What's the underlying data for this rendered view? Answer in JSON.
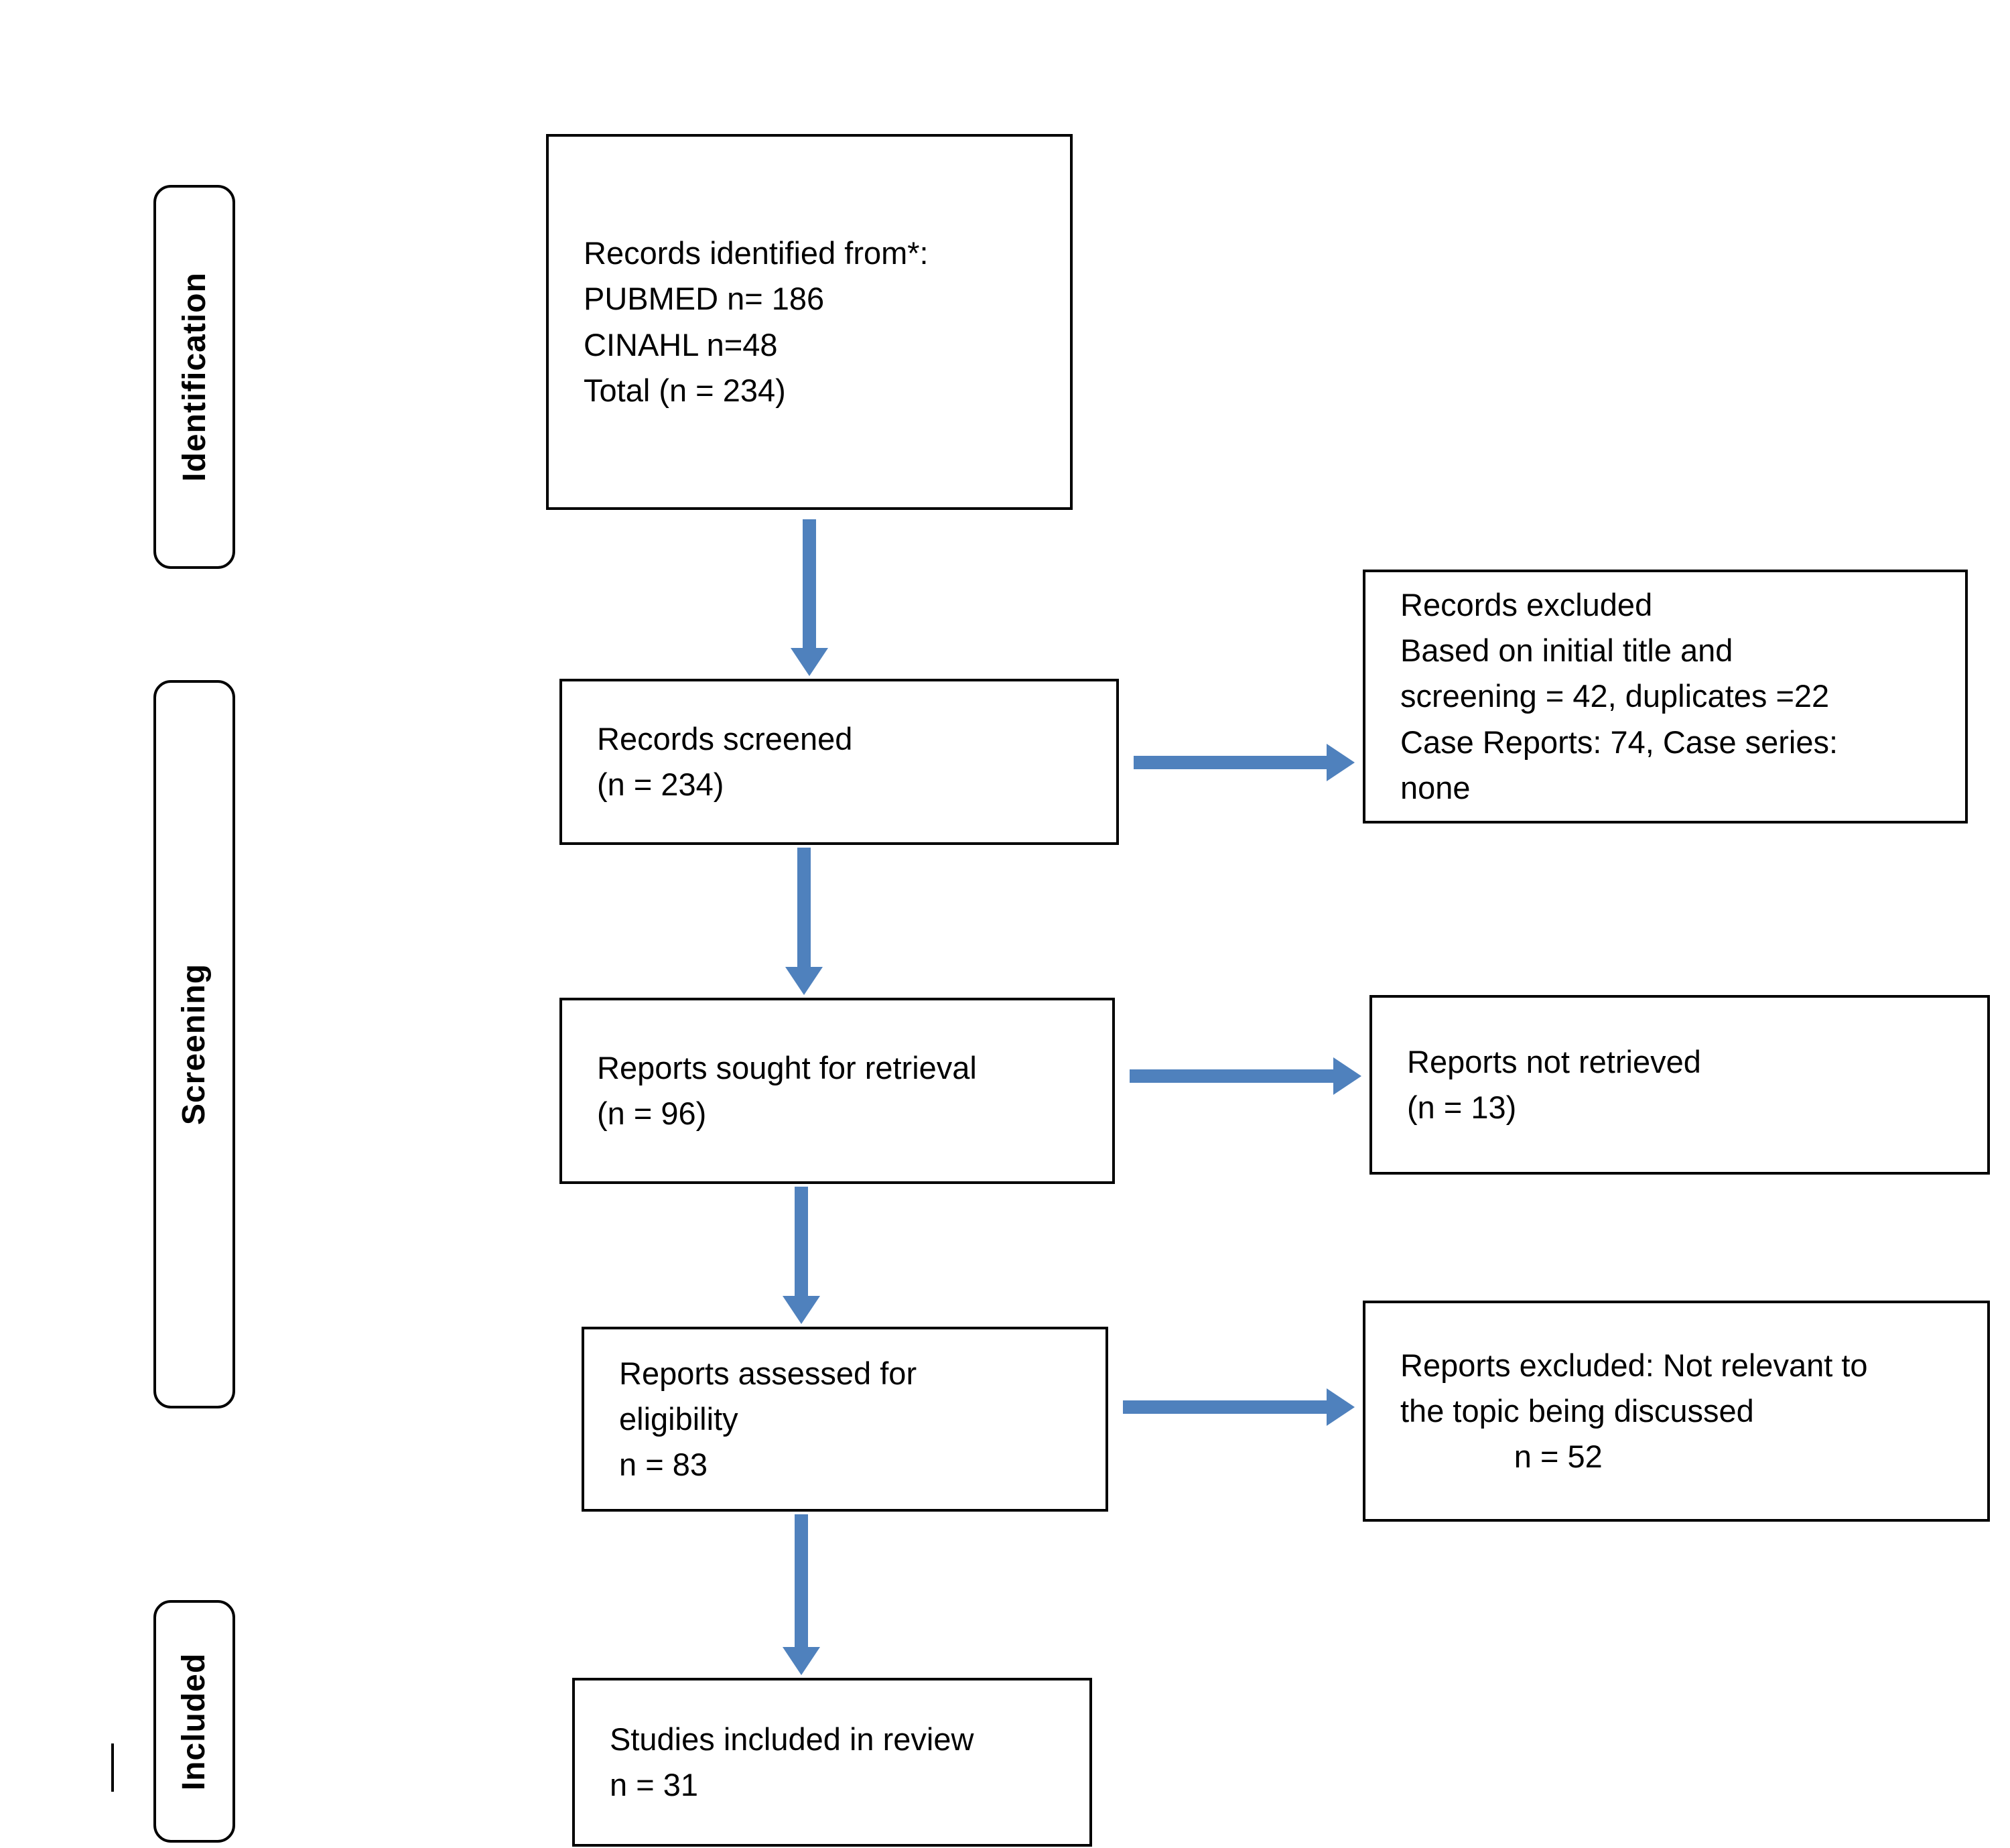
{
  "colors": {
    "arrow": "#4f81bd",
    "box_border": "#000000",
    "box_fill": "#ffffff"
  },
  "stages": {
    "identification": "Identification",
    "screening": "Screening",
    "included": "Included"
  },
  "boxes": {
    "records_identified": "Records identified from*:\nPUBMED n= 186\nCINAHL n=48\nTotal (n = 234)",
    "records_screened": "Records screened\n(n = 234)",
    "reports_sought": "Reports sought for retrieval\n(n = 96)",
    "reports_assessed": "Reports assessed for\neligibility\nn = 83",
    "studies_included": "Studies included in review\nn = 31",
    "records_excluded": "Records excluded\nBased on initial title and\nscreening = 42, duplicates =22\nCase Reports: 74, Case series:\nnone",
    "reports_not_retrieved": "Reports not retrieved\n(n = 13)",
    "reports_excluded": "Reports excluded: Not relevant to\nthe topic being discussed\n             n = 52"
  }
}
